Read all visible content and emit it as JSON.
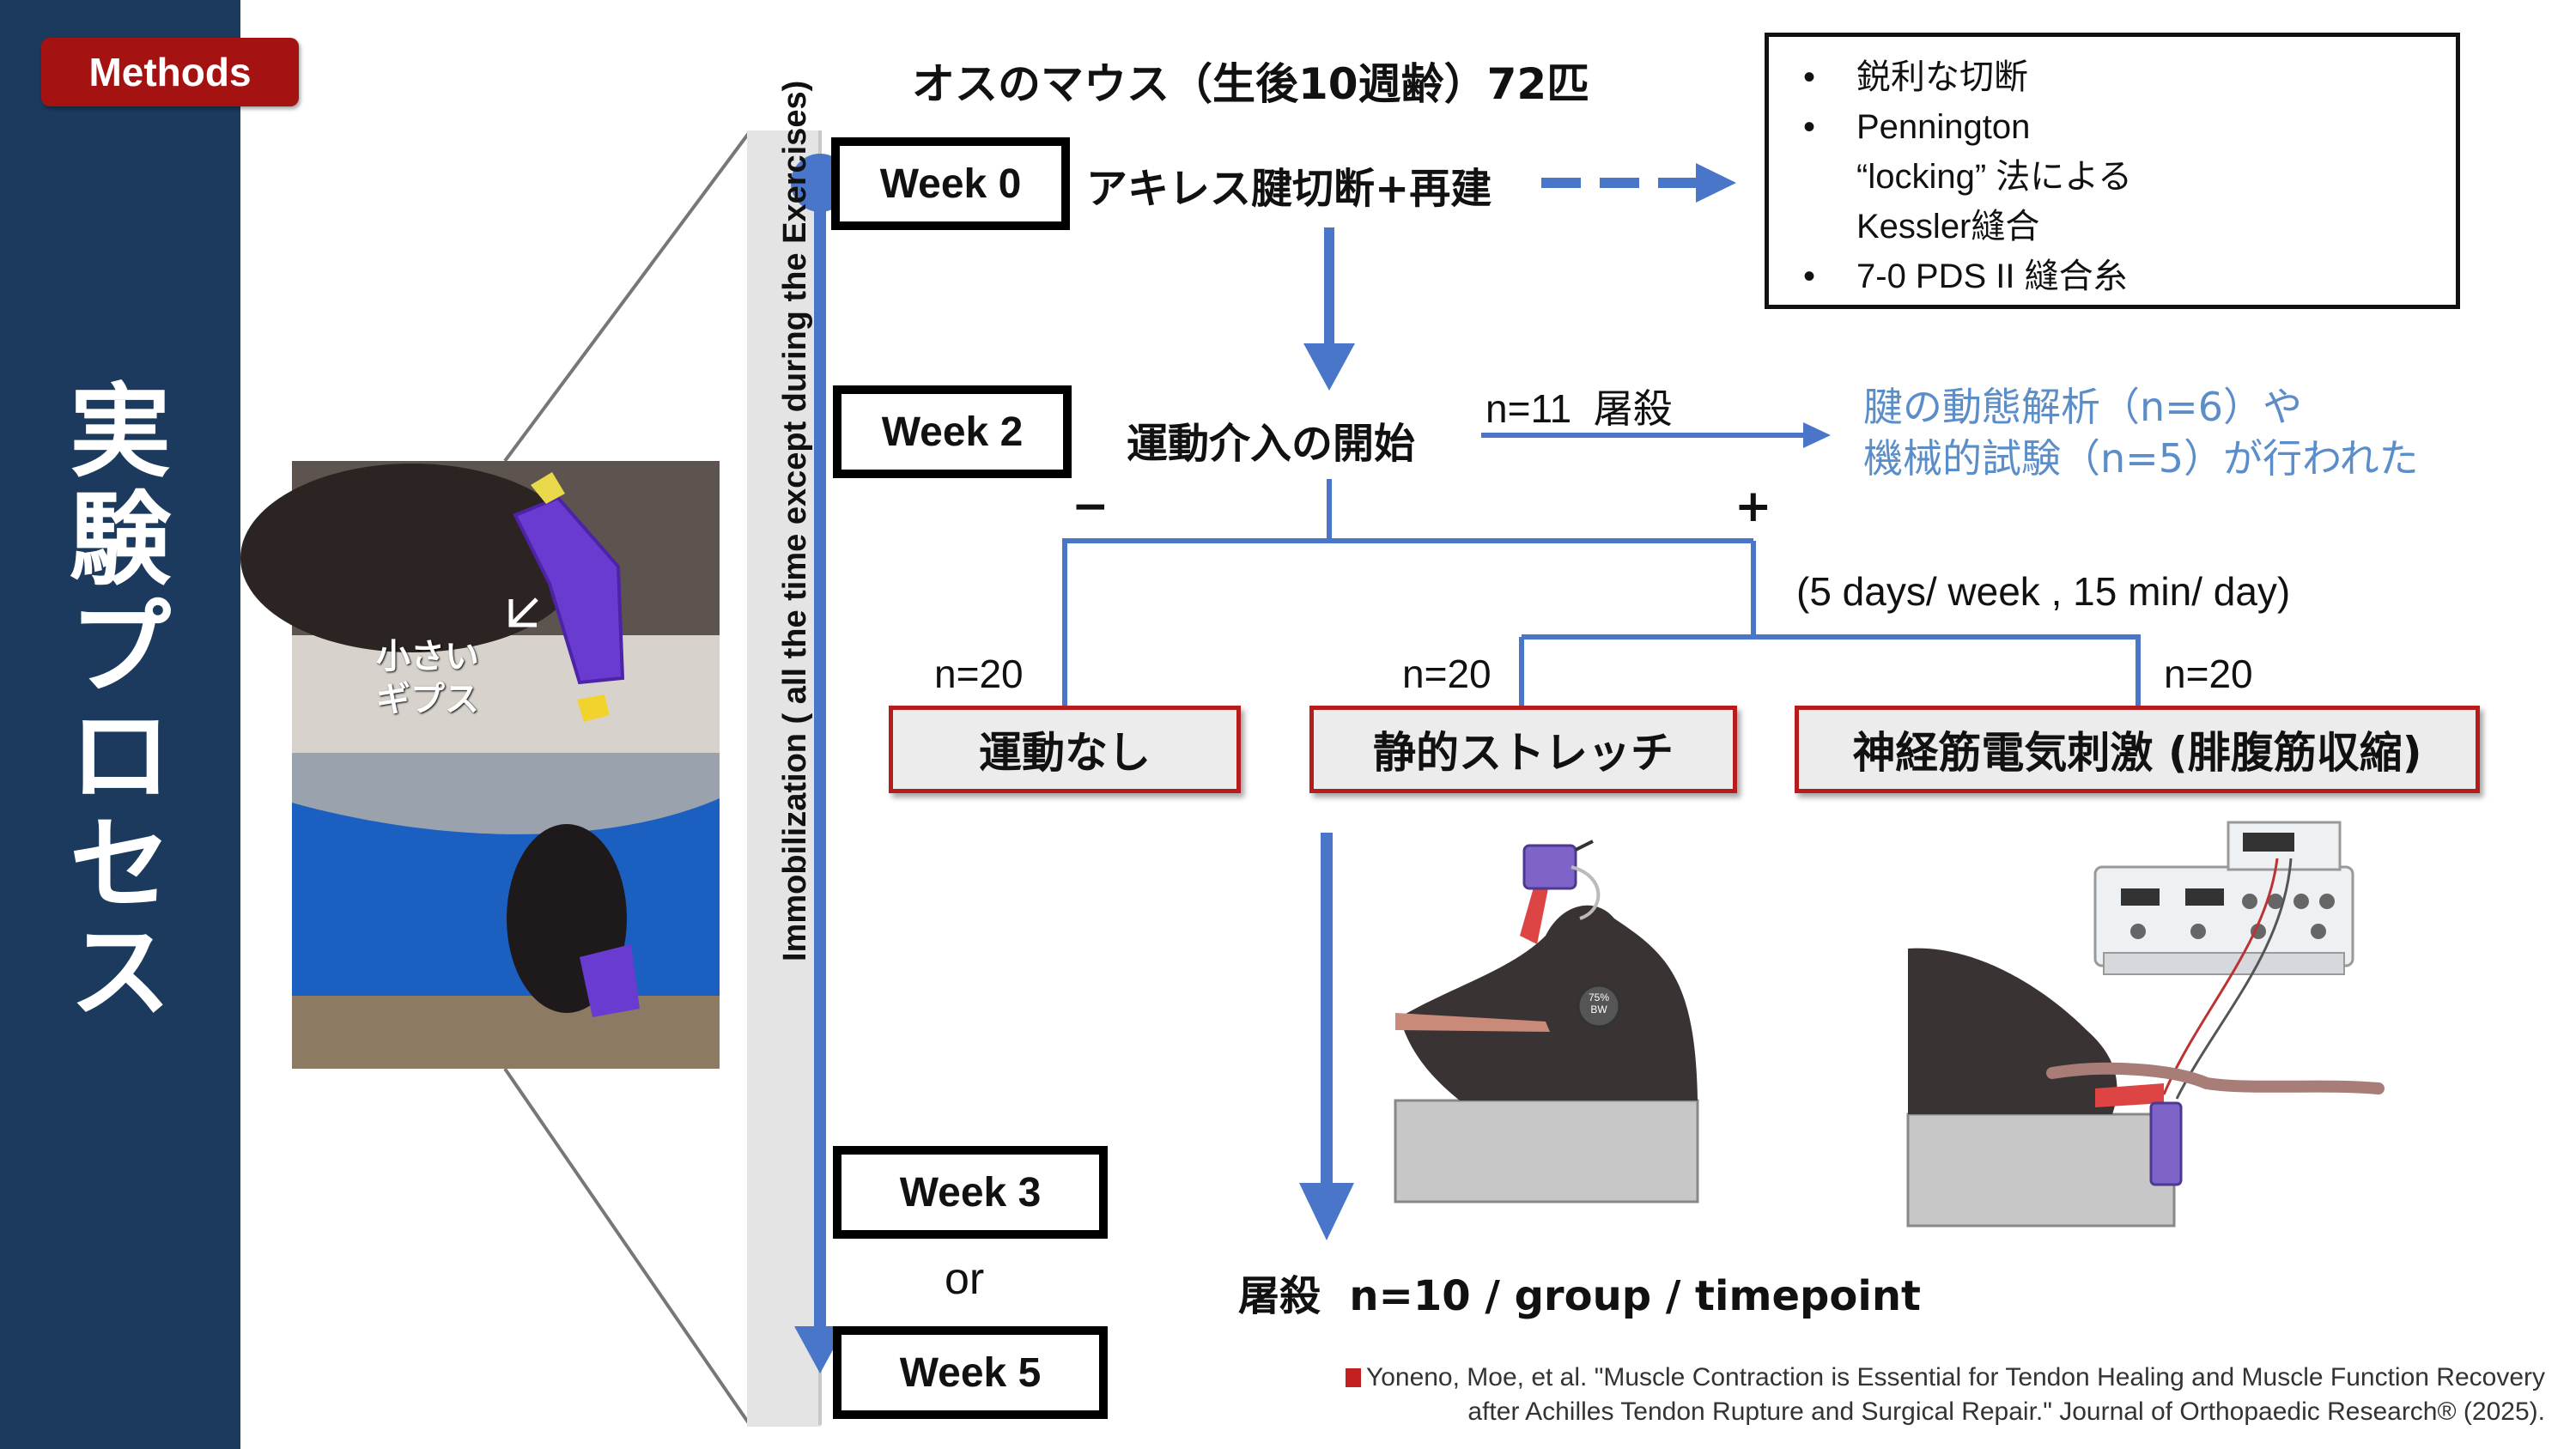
{
  "badge": "Methods",
  "side_title": [
    "実",
    "験",
    "プ",
    "ロ",
    "セ",
    "ス"
  ],
  "header": "オスのマウス（生後10週齢）72匹",
  "weeks": {
    "w0": "Week 0",
    "w2": "Week 2",
    "w3": "Week 3",
    "or": "or",
    "w5": "Week 5"
  },
  "surgery": "アキレス腱切断+再建",
  "method_items": [
    {
      "text": "鋭利な切断",
      "bullet": true
    },
    {
      "text": "Pennington",
      "bullet": true
    },
    {
      "text": "“locking” 法による",
      "bullet": false
    },
    {
      "text": "Kessler縫合",
      "bullet": false
    },
    {
      "text": "7-0 PDS II 縫合糸",
      "bullet": true
    }
  ],
  "exercise_start": "運動介入の開始",
  "sacrifice_n11": "n=11  屠殺",
  "analysis_lines": [
    "腱の動態解析（n=6）や",
    "機械的試験（n=5）が行われた"
  ],
  "minus": "−",
  "plus": "+",
  "schedule": "(5 days/ week , 15 min/ day)",
  "groups": [
    {
      "n": "n=20",
      "label": "運動なし"
    },
    {
      "n": "n=20",
      "label": "静的ストレッチ"
    },
    {
      "n": "n=20",
      "label": "神経筋電気刺激 (腓腹筋収縮)"
    }
  ],
  "final": "屠殺  n=10 / group / timepoint",
  "immobilization": "Immobilization ( all the time except during  the Exercises)",
  "photo_label": [
    "小さい",
    "ギプス"
  ],
  "weight_label": [
    "75%",
    "BW"
  ],
  "citation": [
    "Yoneno, Moe, et al. \"Muscle Contraction is Essential for Tendon Healing and Muscle Function Recovery",
    "after Achilles Tendon Rupture and Surgical Repair.\" Journal of Orthopaedic Research® (2025)."
  ],
  "colors": {
    "navy": "#1b3a5e",
    "red": "#a51212",
    "blue": "#4a76c9",
    "lightblue": "#5b8dc9"
  }
}
